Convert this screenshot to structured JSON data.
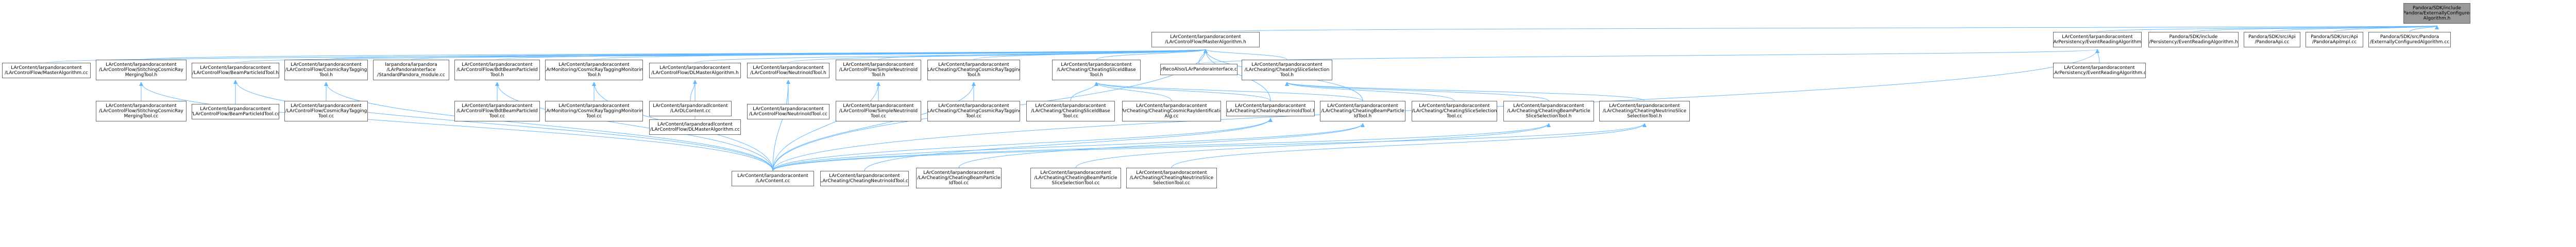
{
  "colors": {
    "edge": "#63b8ff",
    "node_border": "#666666",
    "root_fill": "#999999",
    "node_fill": "#ffffff"
  },
  "nodes": {
    "root": {
      "lines": [
        "Pandora/SDK/include",
        "/Pandora/ExternallyConfigured",
        "Algorithm.h"
      ]
    },
    "cfma_h": {
      "lines": [
        "LArContent/larpandoracontent",
        "/LArControlFlow/MasterAlgorithm.h"
      ]
    },
    "pers_h": {
      "lines": [
        "LArContent/larpandoracontent",
        "/LArPersistency/EventReadingAlgorithm.h"
      ]
    },
    "sdk_er": {
      "lines": [
        "Pandora/SDK/include",
        "/Persistency/EventReadingAlgorithm.h"
      ]
    },
    "api_cc": {
      "lines": [
        "Pandora/SDK/src/Api",
        "/PandoraApi.cc"
      ]
    },
    "api_api": {
      "lines": [
        "Pandora/SDK/src/Api",
        "/PandoraApiImpl.cc"
      ]
    },
    "ext_cc": {
      "lines": [
        "Pandora/SDK/src/Pandora",
        "/ExternallyConfiguredAlgorithm.cc"
      ]
    },
    "cfma_cc": {
      "lines": [
        "LArContent/larpandoracontent",
        "/LArControlFlow/MasterAlgorithm.cc"
      ]
    },
    "stitch_h": {
      "lines": [
        "LArContent/larpandoracontent",
        "/LArControlFlow/StitchingCosmicRay",
        "MergingTool.h"
      ]
    },
    "beam_h": {
      "lines": [
        "LArContent/larpandoracontent",
        "/LArControlFlow/BeamParticleIdTool.h"
      ]
    },
    "cosmic_h": {
      "lines": [
        "LArContent/larpandoracontent",
        "/LArControlFlow/CosmicRayTagging",
        "Tool.h"
      ]
    },
    "std_mod": {
      "lines": [
        "larpandora/larpandora",
        "/LArPandoraInterface",
        "/StandardPandora_module.cc"
      ]
    },
    "bdt_h": {
      "lines": [
        "LArContent/larpandoracontent",
        "/LArControlFlow/BdtBeamParticleId",
        "Tool.h"
      ]
    },
    "mon_h": {
      "lines": [
        "LArContent/larpandoracontent",
        "/LArMonitoring/CosmicRayTaggingMonitoring",
        "Tool.h"
      ]
    },
    "dlm_h": {
      "lines": [
        "LArContent/larpandoracontent",
        "/LArControlFlow/DLMasterAlgorithm.h"
      ]
    },
    "nu_h": {
      "lines": [
        "LArContent/larpandoracontent",
        "/LArControlFlow/NeutrinoIdTool.h"
      ]
    },
    "simple_h": {
      "lines": [
        "LArContent/larpandoracontent",
        "/LArControlFlow/SimpleNeutrinoId",
        "Tool.h"
      ]
    },
    "cheat_cr_h": {
      "lines": [
        "LArContent/larpandoracontent",
        "/LArCheating/CheatingCosmicRayTagging",
        "Tool.h"
      ]
    },
    "cheat_sb_h": {
      "lines": [
        "LArContent/larpandoracontent",
        "/LArCheating/CheatingSliceIdBase",
        "Tool.h"
      ]
    },
    "lar_iface": {
      "lines": [
        "LArRecoAlso/LArPandoraInterface.cxx"
      ]
    },
    "cheat_ss_h": {
      "lines": [
        "LArContent/larpandoracontent",
        "/LArCheating/CheatingSliceSelection",
        "Tool.h"
      ]
    },
    "pers_cc": {
      "lines": [
        "LArContent/larpandoracontent",
        "/LArPersistency/EventReadingAlgorithm.cc"
      ]
    },
    "stitch_cc": {
      "lines": [
        "LArContent/larpandoracontent",
        "/LArControlFlow/StitchingCosmicRay",
        "MergingTool.cc"
      ]
    },
    "beam_cc": {
      "lines": [
        "LArContent/larpandoracontent",
        "/LArControlFlow/BeamParticleIdTool.cc"
      ]
    },
    "cosmic_cc": {
      "lines": [
        "LArContent/larpandoracontent",
        "/LArControlFlow/CosmicRayTagging",
        "Tool.cc"
      ]
    },
    "bdt_cc": {
      "lines": [
        "LArContent/larpandoracontent",
        "/LArControlFlow/BdtBeamParticleId",
        "Tool.cc"
      ]
    },
    "mon_cc": {
      "lines": [
        "LArContent/larpandoracontent",
        "/LArMonitoring/CosmicRayTaggingMonitoring",
        "Tool.cc"
      ]
    },
    "dl_content": {
      "lines": [
        "LArContent/larpandoradlcontent",
        "/LArDLContent.cc"
      ]
    },
    "dlm_cc": {
      "lines": [
        "LArContent/larpandoradlcontent",
        "/LArControlFlow/DLMasterAlgorithm.cc"
      ]
    },
    "nu_cc": {
      "lines": [
        "LArContent/larpandoracontent",
        "/LArControlFlow/NeutrinoIdTool.cc"
      ]
    },
    "simple_cc": {
      "lines": [
        "LArContent/larpandoracontent",
        "/LArControlFlow/SimpleNeutrinoId",
        "Tool.cc"
      ]
    },
    "cheat_cr_cc": {
      "lines": [
        "LArContent/larpandoracontent",
        "/LArCheating/CheatingCosmicRayTagging",
        "Tool.cc"
      ]
    },
    "cheat_sb_cc": {
      "lines": [
        "LArContent/larpandoracontent",
        "/LArCheating/CheatingSliceIdBase",
        "Tool.cc"
      ]
    },
    "cheat_crid": {
      "lines": [
        "LArContent/larpandoracontent",
        "/LArCheating/CheatingCosmicRayIdentification",
        "Alg.cc"
      ]
    },
    "cheat_nu_h": {
      "lines": [
        "LArContent/larpandoracontent",
        "/LArCheating/CheatingNeutrinoIdTool.h"
      ]
    },
    "cheat_bp_h": {
      "lines": [
        "LArContent/larpandoracontent",
        "/LArCheating/CheatingBeamParticle",
        "IdTool.h"
      ]
    },
    "cheat_ss_cc": {
      "lines": [
        "LArContent/larpandoracontent",
        "/LArCheating/CheatingSliceSelection",
        "Tool.cc"
      ]
    },
    "cheat_bps_h": {
      "lines": [
        "LArContent/larpandoracontent",
        "/LArCheating/CheatingBeamParticle",
        "SliceSelectionTool.h"
      ]
    },
    "cheat_nus_h": {
      "lines": [
        "LArContent/larpandoracontent",
        "/LArCheating/CheatingNeutrinoSlice",
        "SelectionTool.h"
      ]
    },
    "larcontent": {
      "lines": [
        "LArContent/larpandoracontent",
        "/LArContent.cc"
      ]
    },
    "cheat_nu_cc": {
      "lines": [
        "LArContent/larpandoracontent",
        "/LArCheating/CheatingNeutrinoIdTool.cc"
      ]
    },
    "cheat_bp_cc": {
      "lines": [
        "LArContent/larpandoracontent",
        "/LArCheating/CheatingBeamParticle",
        "IdTool.cc"
      ]
    },
    "cheat_bps_cc": {
      "lines": [
        "LArContent/larpandoracontent",
        "/LArCheating/CheatingBeamParticle",
        "SliceSelectionTool.cc"
      ]
    },
    "cheat_nus_cc": {
      "lines": [
        "LArContent/larpandoracontent",
        "/LArCheating/CheatingNeutrinoSlice",
        "SelectionTool.cc"
      ]
    }
  }
}
